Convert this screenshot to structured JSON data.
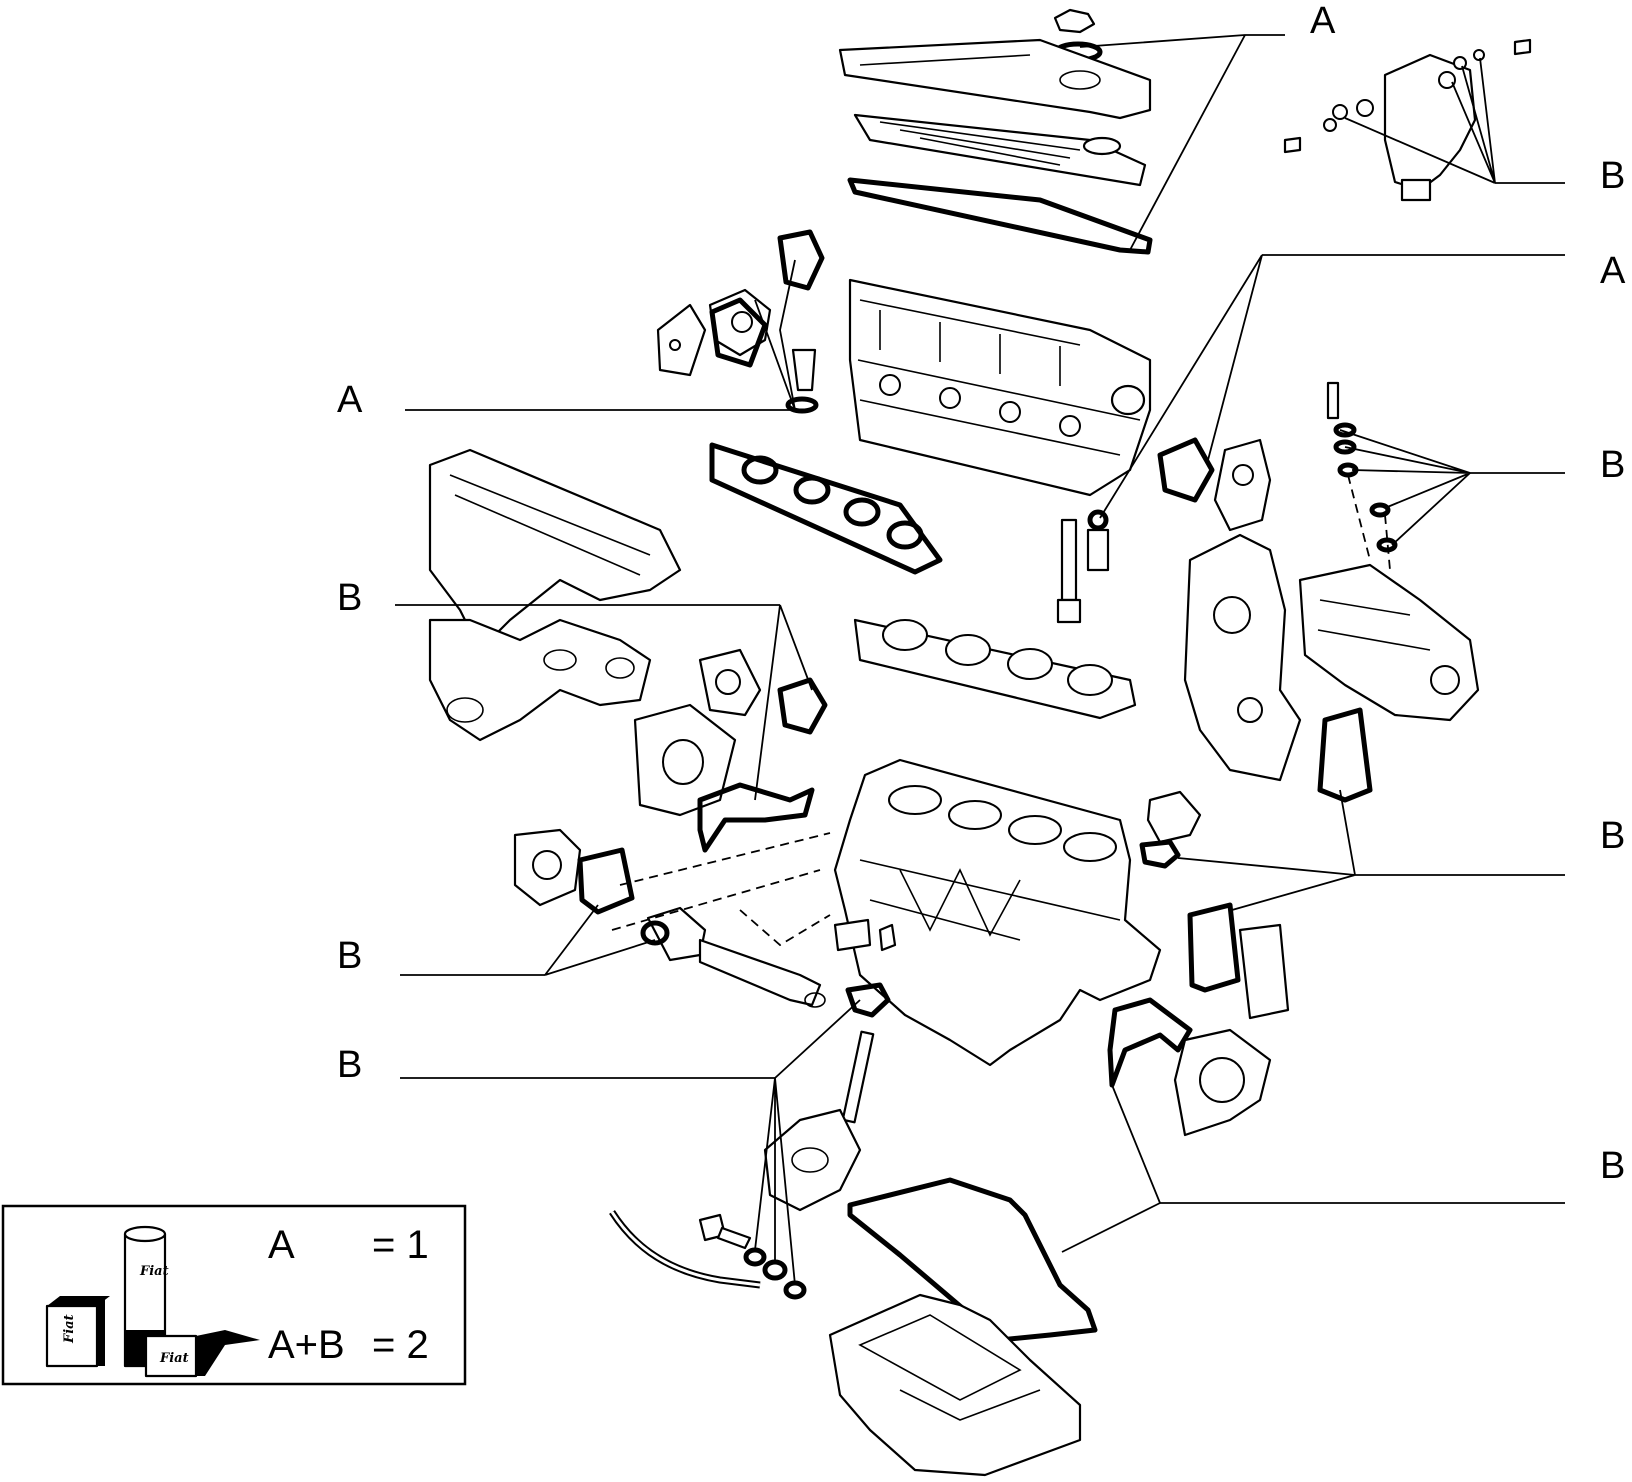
{
  "callouts": [
    {
      "id": "top-cover-a",
      "label": "A"
    },
    {
      "id": "pump-right-b",
      "label": "B"
    },
    {
      "id": "injector-a",
      "label": "A"
    },
    {
      "id": "left-head-a",
      "label": "A"
    },
    {
      "id": "timing-right-b",
      "label": "B"
    },
    {
      "id": "left-manifold-b",
      "label": "B"
    },
    {
      "id": "water-right-b",
      "label": "B"
    },
    {
      "id": "left-thermostat-b",
      "label": "B"
    },
    {
      "id": "left-oilpump-b",
      "label": "B"
    },
    {
      "id": "sump-right-b",
      "label": "B"
    }
  ],
  "legend": {
    "line1_label": "A",
    "line1_value": "= 1",
    "line2_label": "A+B",
    "line2_value": "= 2",
    "brand": "Fiat"
  }
}
